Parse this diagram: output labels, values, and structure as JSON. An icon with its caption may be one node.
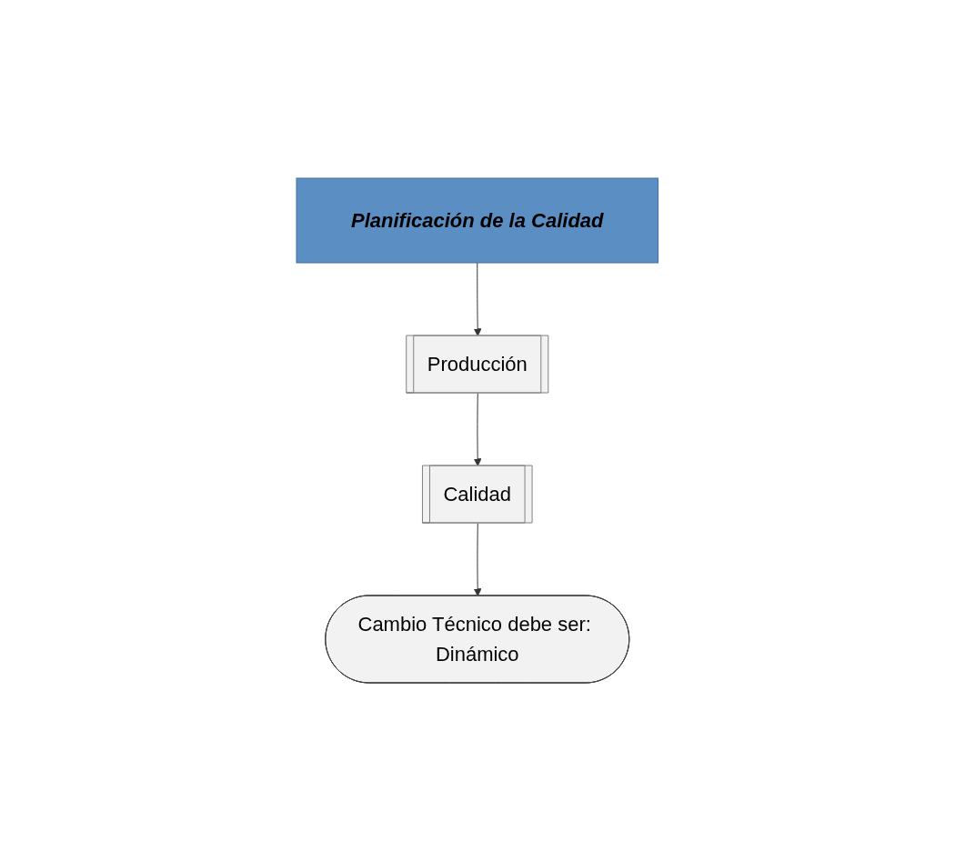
{
  "diagram": {
    "nodes": [
      {
        "text": [
          "Planificación de la Calidad"
        ]
      },
      {
        "text": [
          "Producción"
        ]
      },
      {
        "text": [
          "Calidad"
        ]
      },
      {
        "text": [
          "Cambio Técnico debe ser: Dinámico"
        ]
      }
    ],
    "edges": [
      {
        "from": 0,
        "to": 1,
        "arrow": "to"
      },
      {
        "from": 1,
        "to": 2,
        "arrow": "to"
      },
      {
        "from": 2,
        "to": 3,
        "arrow": "to"
      }
    ]
  }
}
